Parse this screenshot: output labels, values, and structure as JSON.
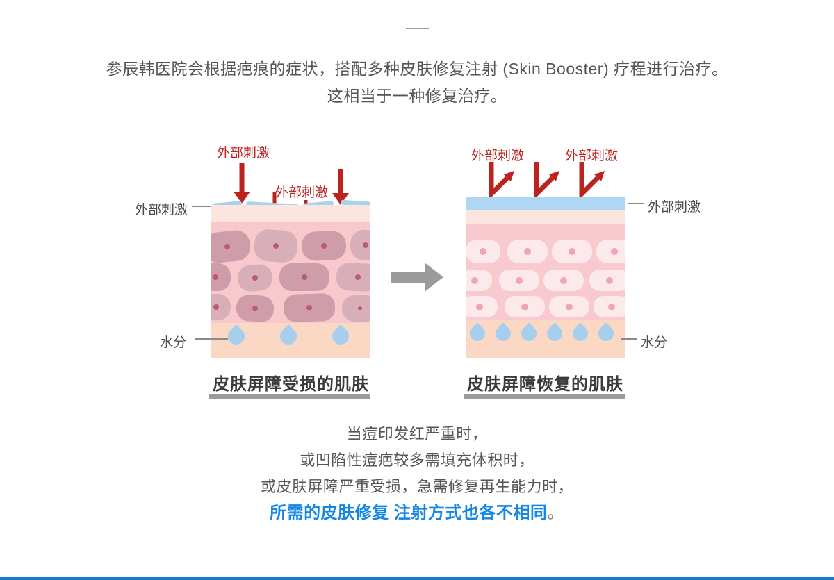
{
  "intro": {
    "line1": "参辰韩医院会根据疤痕的症状，搭配多种皮肤修复注射 (Skin Booster) 疗程进行治疗。",
    "line2": "这相当于一种修复治疗。"
  },
  "diagram_left": {
    "stimulus_label_top": "外部刺激",
    "stimulus_label_mid": "外部刺激",
    "barrier_label": "外部刺激",
    "moisture_label": "水分",
    "caption": "皮肤屏障受损的肌肤"
  },
  "diagram_right": {
    "stimulus_label_1": "外部刺激",
    "stimulus_label_2": "外部刺激",
    "barrier_label": "外部刺激",
    "moisture_label": "水分",
    "caption": "皮肤屏障恢复的肌肤"
  },
  "outro": {
    "line1": "当痘印发红严重时，",
    "line2": "或凹陷性痘疤较多需填充体积时，",
    "line3": "或皮肤屏障严重受损，急需修复再生能力时，",
    "line4_highlight": "所需的皮肤修复 注射方式也各不相同",
    "line4_period": "。"
  },
  "colors": {
    "stimulus_red": "#bb231f",
    "highlight_blue": "#1486e4",
    "barrier_blue": "#a9d2f0",
    "droplet_blue": "#a5ceef",
    "damaged_cell": "#cf9caa",
    "healthy_cell": "#fce9ec",
    "skin_pink": "#f7c9cd",
    "skin_peach": "#fad8c3",
    "gray_bar": "#9b9b9b"
  }
}
